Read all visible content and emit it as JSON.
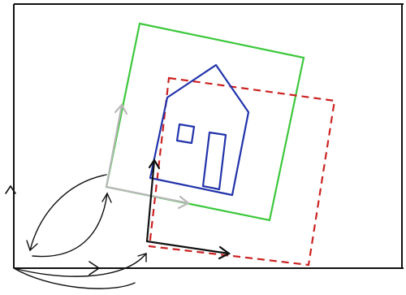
{
  "diagram": {
    "type": "coordinate-frame-transform-sketch",
    "colors": {
      "background": "#ffffff",
      "border": "#111111",
      "frame_gray": "#b8b8b8",
      "frame_black": "#111111",
      "square_green": "#3cc83c",
      "square_red_dashed": "#cc2222",
      "house_blue": "#2233aa"
    },
    "elements": [
      "world-frame",
      "intermediate-frame-gray",
      "local-frame-black",
      "green-square",
      "red-dashed-square",
      "house",
      "transform-curve-arrows"
    ]
  }
}
